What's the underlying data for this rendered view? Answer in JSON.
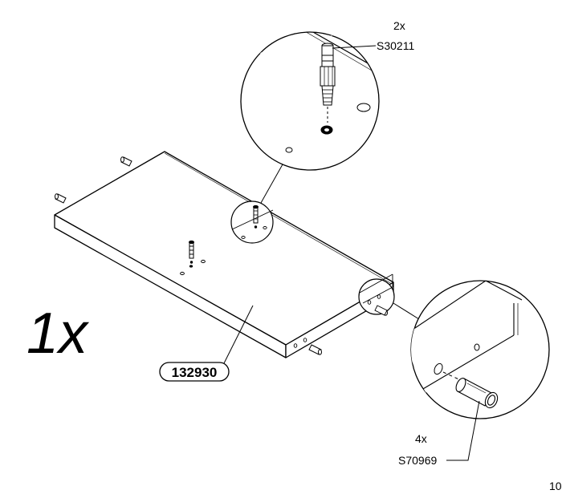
{
  "quantity": "1x",
  "panel": {
    "part_number": "132930"
  },
  "callout_top": {
    "count": "2x",
    "part_number": "S30211"
  },
  "callout_right": {
    "count": "4x",
    "part_number": "S70969"
  },
  "page_number": "10"
}
